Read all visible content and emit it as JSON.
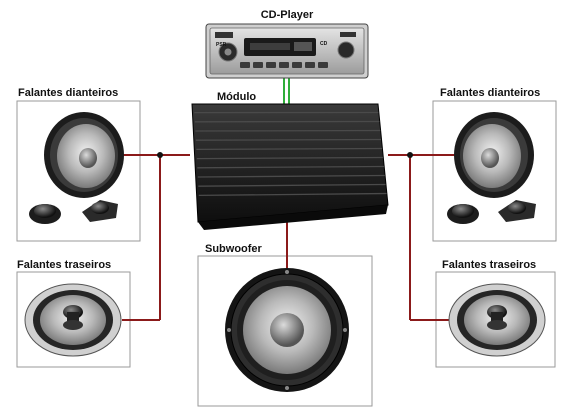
{
  "labels": {
    "cd_player": "CD-Player",
    "module": "Módulo",
    "front_left": "Falantes dianteiros",
    "front_right": "Falantes dianteiros",
    "rear_left": "Falantes traseiros",
    "rear_right": "Falantes traseiros",
    "subwoofer": "Subwoofer"
  },
  "radio_face": {
    "brand": "PSR",
    "display": "CD"
  },
  "colors": {
    "speaker_wire": "#8b1a1a",
    "rca_cable": "#2fae3a",
    "amplifier": "#1e1e1e",
    "frame_border": "#9a9a9a"
  }
}
